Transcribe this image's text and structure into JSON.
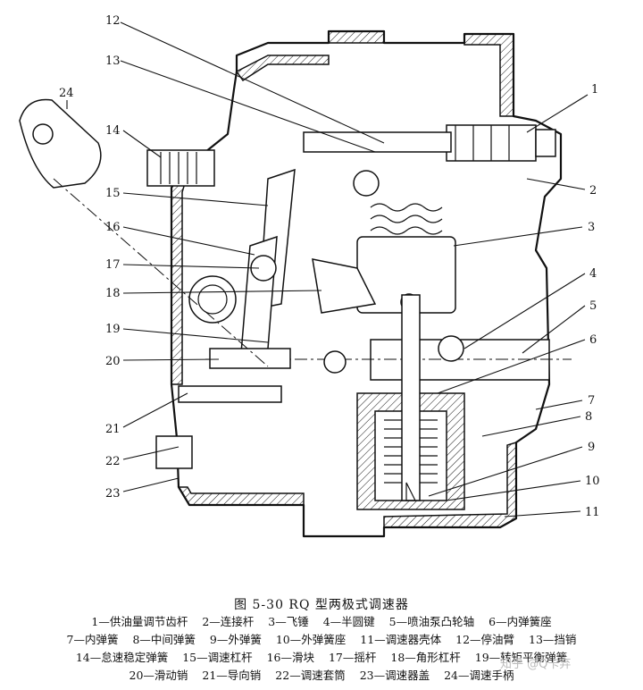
{
  "figure": {
    "title": "图 5-30   RQ 型两极式调速器",
    "watermark": "知乎 @Q卡弃"
  },
  "callouts": [
    "1",
    "2",
    "3",
    "4",
    "5",
    "6",
    "7",
    "8",
    "9",
    "10",
    "11",
    "12",
    "13",
    "14",
    "15",
    "16",
    "17",
    "18",
    "19",
    "20",
    "21",
    "22",
    "23",
    "24"
  ],
  "legend": {
    "line1": [
      "1—供油量调节齿杆",
      "2—连接杆",
      "3—飞锤",
      "4—半圆键",
      "5—喷油泵凸轮轴",
      "6—内弹簧座"
    ],
    "line2": [
      "7—内弹簧",
      "8—中间弹簧",
      "9—外弹簧",
      "10—外弹簧座",
      "11—调速器壳体",
      "12—停油臂",
      "13—挡销"
    ],
    "line3": [
      "14—怠速稳定弹簧",
      "15—调速杠杆",
      "16—滑块",
      "17—摇杆",
      "18—角形杠杆",
      "19—转矩平衡弹簧"
    ],
    "line4": [
      "20—滑动销",
      "21—导向销",
      "22—调速套筒",
      "23—调速器盖",
      "24—调速手柄"
    ]
  }
}
